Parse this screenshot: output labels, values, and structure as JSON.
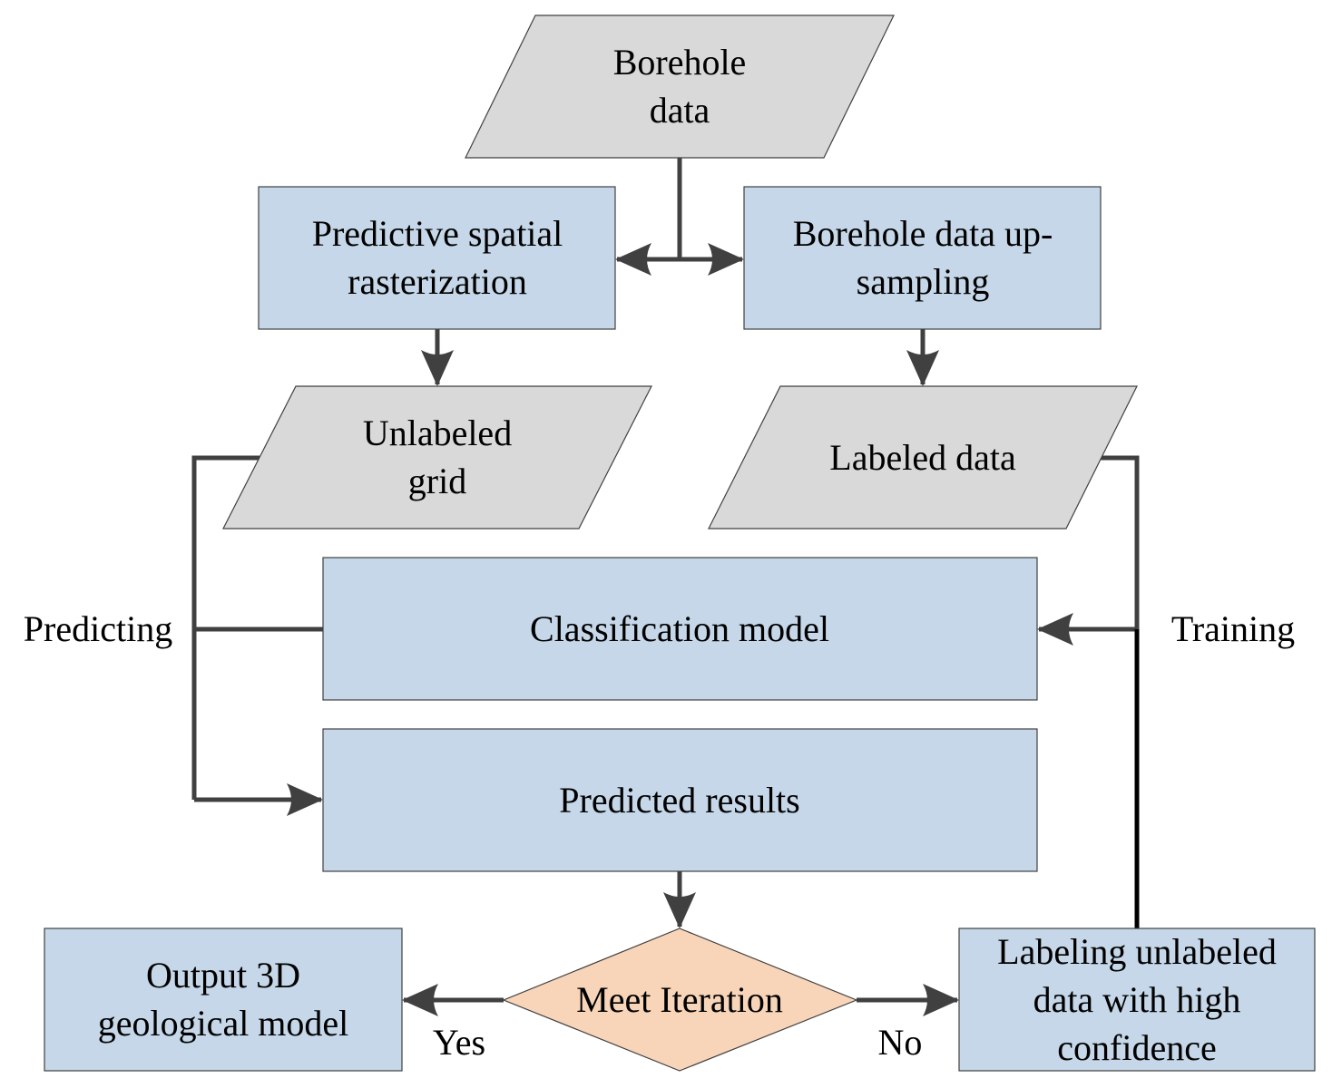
{
  "title": "Semi-supervised borehole classification workflow",
  "colors": {
    "process_fill": "#C5D7E8",
    "data_fill": "#D9D9D9",
    "decision_fill": "#F8D5B9",
    "connector": "#404040"
  },
  "nodes": {
    "borehole_data": {
      "lines": [
        "Borehole",
        "data"
      ],
      "shape": "parallelogram"
    },
    "predictive_rasterization": {
      "lines": [
        "Predictive spatial",
        "rasterization"
      ],
      "shape": "rectangle"
    },
    "upsampling": {
      "lines": [
        "Borehole data up-",
        "sampling"
      ],
      "shape": "rectangle"
    },
    "unlabeled_grid": {
      "lines": [
        "Unlabeled",
        "grid"
      ],
      "shape": "parallelogram"
    },
    "labeled_data": {
      "lines": [
        "Labeled data"
      ],
      "shape": "parallelogram"
    },
    "classification_model": {
      "lines": [
        "Classification model"
      ],
      "shape": "rectangle"
    },
    "predicted_results": {
      "lines": [
        "Predicted results"
      ],
      "shape": "rectangle"
    },
    "meet_iteration": {
      "lines": [
        "Meet Iteration"
      ],
      "shape": "diamond"
    },
    "output_model": {
      "lines": [
        "Output 3D",
        "geological model"
      ],
      "shape": "rectangle"
    },
    "labeling_unlabeled": {
      "lines": [
        "Labeling unlabeled",
        "data with high",
        "confidence"
      ],
      "shape": "rectangle"
    }
  },
  "edge_labels": {
    "predicting": "Predicting",
    "training": "Training",
    "yes": "Yes",
    "no": "No"
  }
}
